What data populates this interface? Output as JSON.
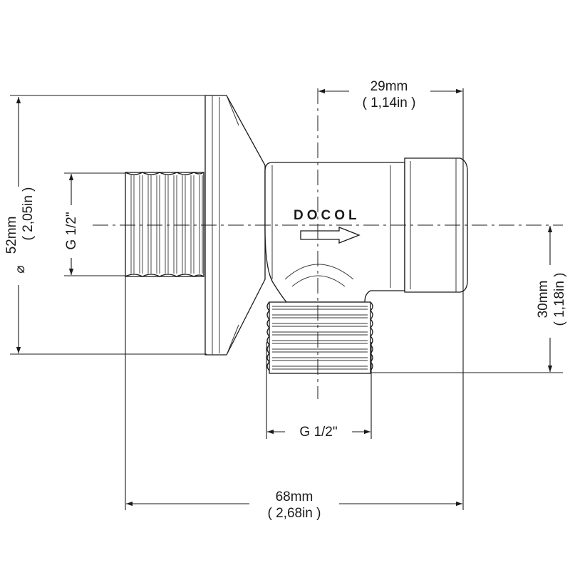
{
  "brand": "DOCOL",
  "dimensions": {
    "top_width": {
      "metric": "29mm",
      "imperial": "( 1,14in )"
    },
    "overall_width": {
      "metric": "68mm",
      "imperial": "( 2,68in )"
    },
    "diameter": {
      "symbol": "⌀",
      "metric": "52mm",
      "imperial": "( 2,05in )"
    },
    "outlet_height": {
      "metric": "30mm",
      "imperial": "( 1,18in )"
    },
    "inlet_thread": "G 1/2\"",
    "outlet_thread": "G 1/2\""
  }
}
